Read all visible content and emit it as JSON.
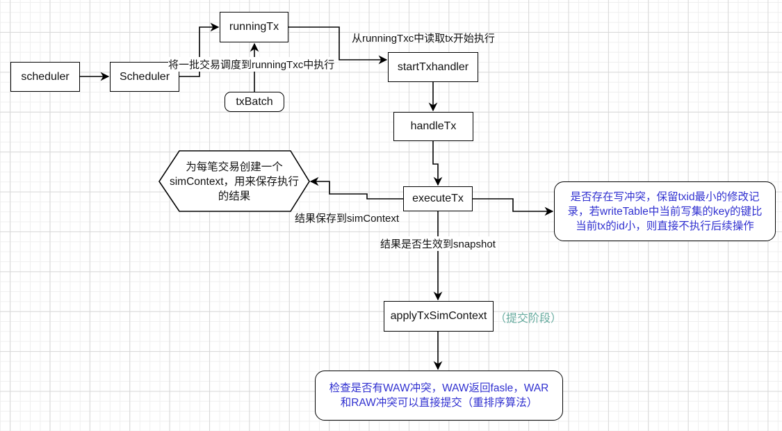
{
  "diagram": {
    "nodes": {
      "scheduler_lower": "scheduler",
      "scheduler_upper": "Scheduler",
      "running_tx": "runningTx",
      "tx_batch": "txBatch",
      "start_tx_handler": "startTxhandler",
      "handle_tx": "handleTx",
      "execute_tx": "executeTx",
      "apply_tx_sim_context": "applyTxSimContext",
      "sim_context_hexagon": {
        "line1": "为每笔交易创建一个",
        "line2": "simContext，用来保存执行",
        "line3": "的结果"
      },
      "write_conflict_note": {
        "line1": "是否存在写冲突，保留txid最小的修改记",
        "line2": "录，若writeTable中当前写集的key的键比",
        "line3": "当前tx的id小，则直接不执行后续操作"
      },
      "commit_note": {
        "line1": "检查是否有WAW冲突，WAW返回fasle，WAR",
        "line2": "和RAW冲突可以直接提交（重排序算法）"
      }
    },
    "edge_labels": {
      "schedule_batch": "将一批交易调度到runningTxc中执行",
      "read_from_running": "从runningTxc中读取tx开始执行",
      "save_to_sim_context": "结果保存到simContext",
      "apply_to_snapshot": "结果是否生效到snapshot"
    },
    "annotations": {
      "commit_phase": "（提交阶段）"
    },
    "colors": {
      "note_text": "#3030d0",
      "phase_text": "#67ab9f",
      "stroke": "#000000"
    }
  }
}
